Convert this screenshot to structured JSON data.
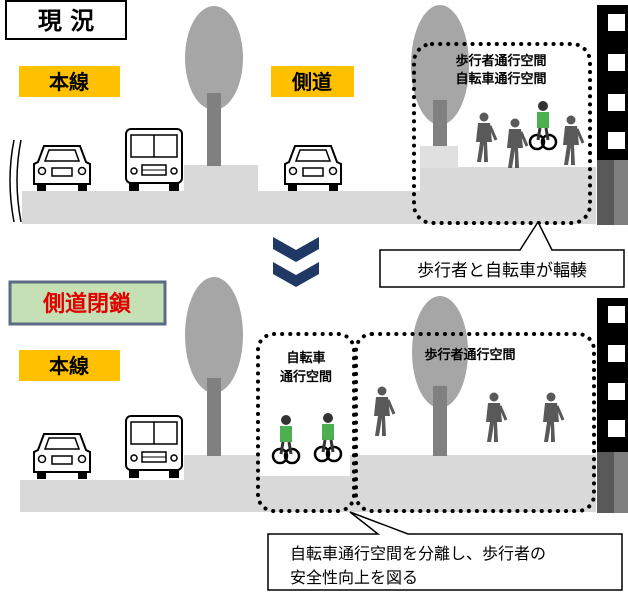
{
  "top": {
    "title": "現 況",
    "label_main": "本線",
    "label_side": "側道",
    "mixed_space_line1": "歩行者通行空間",
    "mixed_space_line2": "自転車通行空間",
    "callout": "歩行者と自転車が輻輳"
  },
  "bottom": {
    "title": "側道閉鎖",
    "label_main": "本線",
    "bike_space_line1": "自転車",
    "bike_space_line2": "通行空間",
    "ped_space": "歩行者通行空間",
    "callout_line1": "自転車通行空間を分離し、歩行者の",
    "callout_line2": "安全性向上を図る"
  },
  "colors": {
    "label_bg": "#ffc000",
    "road": "#d9d9d9",
    "tree": "#a6a6a6",
    "trunk": "#808080",
    "arrow": "#1f3864",
    "closed_bg": "#c5e0b4",
    "closed_border": "#5b6b86",
    "closed_text": "#e00000",
    "building": "#000000"
  }
}
